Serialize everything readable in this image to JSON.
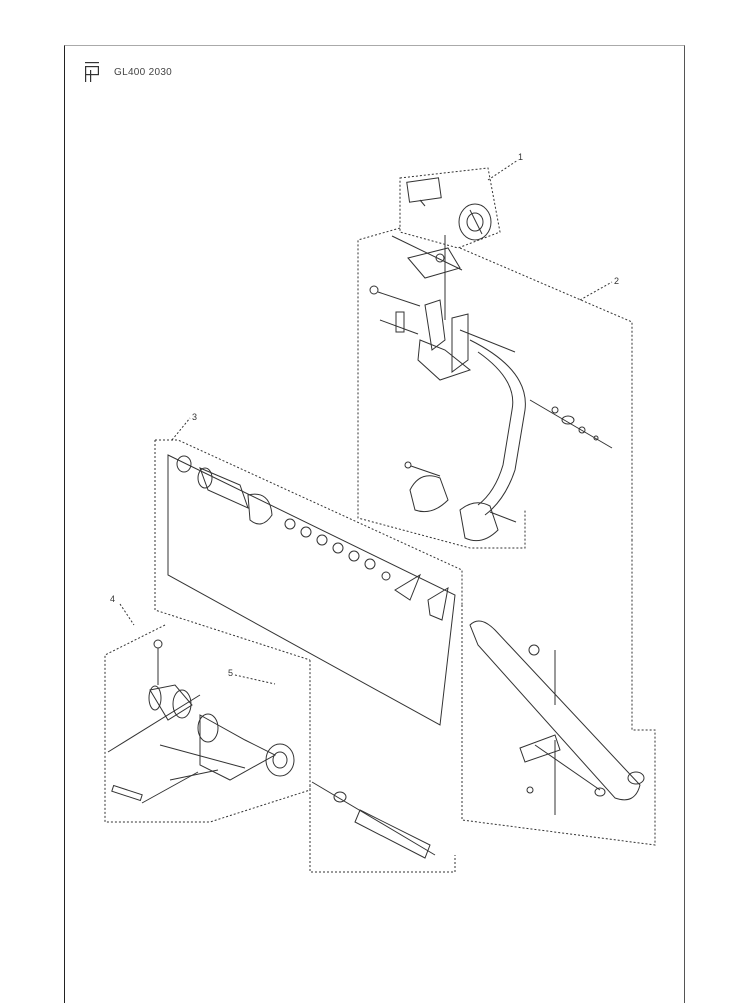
{
  "header": {
    "code": "GL400 2030"
  },
  "callouts": [
    "1",
    "2",
    "3",
    "4",
    "5"
  ]
}
